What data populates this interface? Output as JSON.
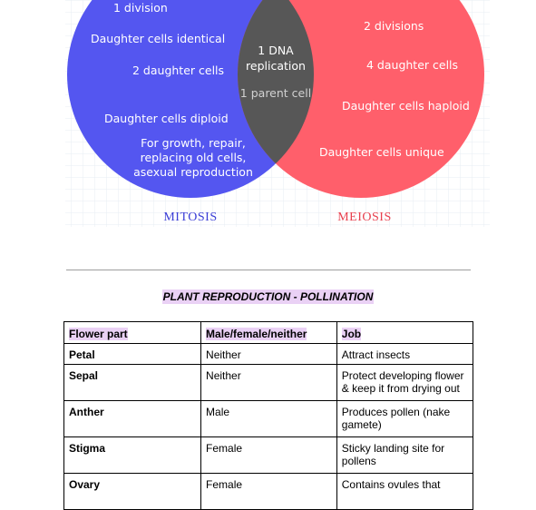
{
  "venn": {
    "mitosis": {
      "label": "MITOSIS",
      "color": "#5456f0",
      "items": [
        "1 division",
        "Daughter cells identical",
        "2 daughter cells",
        "Daughter cells diploid"
      ],
      "purpose_lines": [
        "For growth, repair,",
        "replacing old cells,",
        "asexual reproduction"
      ]
    },
    "meiosis": {
      "label": "MEIOSIS",
      "color": "#ff5f6b",
      "items": [
        "2 divisions",
        "4 daughter cells",
        "Daughter cells haploid",
        "Daughter cells unique"
      ]
    },
    "shared": {
      "color": "#575757",
      "dna_lines": [
        "1 DNA",
        "replication"
      ],
      "parent": "1 parent cell"
    }
  },
  "section": {
    "heading": "PLANT REPRODUCTION - POLLINATION",
    "highlight_color": "#ead1f5"
  },
  "table": {
    "headers": [
      "Flower part",
      "Male/female/neither",
      "Job"
    ],
    "rows": [
      {
        "part": "Petal",
        "sex": "Neither",
        "job": "Attract insects"
      },
      {
        "part": "Sepal",
        "sex": "Neither",
        "job": "Protect developing flower & keep it from drying out"
      },
      {
        "part": "Anther",
        "sex": "Male",
        "job": "Produces pollen (nake gamete)"
      },
      {
        "part": "Stigma",
        "sex": "Female",
        "job": "Sticky landing site for pollens"
      },
      {
        "part": "Ovary",
        "sex": "Female",
        "job": "Contains ovules that"
      }
    ]
  }
}
